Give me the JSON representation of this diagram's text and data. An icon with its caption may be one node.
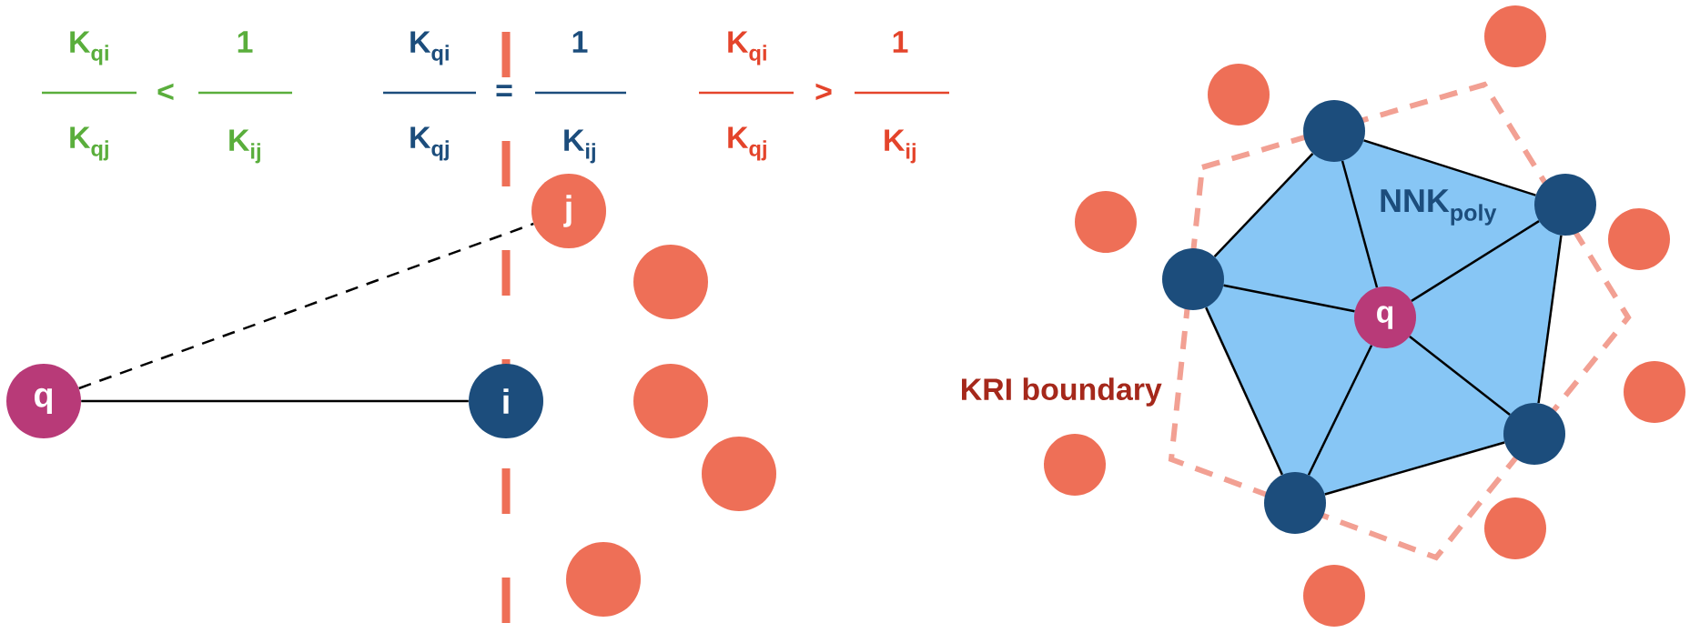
{
  "diagram": {
    "nodes": [
      {
        "text": [
          "q"
        ]
      },
      {
        "text": [
          "i"
        ]
      },
      {
        "text": [
          "j"
        ]
      },
      {
        "text": [],
        "shape": "circle"
      },
      {
        "text": [],
        "shape": "circle"
      },
      {
        "text": [],
        "shape": "circle"
      },
      {
        "text": [],
        "shape": "circle"
      },
      {
        "text": [
          "NNK$_{poly}$"
        ]
      },
      {
        "text": [],
        "shape": "circle"
      },
      {
        "text": [],
        "shape": "circle"
      },
      {
        "text": [],
        "shape": "circle"
      },
      {
        "text": [],
        "shape": "circle"
      },
      {
        "text": [],
        "shape": "circle"
      },
      {
        "text": [
          "q"
        ],
        "in": 7
      },
      {
        "text": [],
        "shape": "circle"
      },
      {
        "text": [],
        "shape": "circle"
      },
      {
        "text": [],
        "shape": "circle"
      },
      {
        "text": [],
        "shape": "circle"
      },
      {
        "text": [],
        "shape": "circle"
      },
      {
        "text": [],
        "shape": "circle"
      },
      {
        "text": [],
        "shape": "circle"
      },
      {
        "text": [],
        "shape": "circle"
      }
    ],
    "edges": [
      {
        "from": 0,
        "to": 1,
        "arrow": "none"
      },
      {
        "from": 0,
        "to": 2,
        "arrow": "none",
        "style": "dashed"
      },
      {
        "from": 13,
        "to": 8,
        "arrow": "none"
      },
      {
        "from": 13,
        "to": 9,
        "arrow": "none"
      },
      {
        "from": 13,
        "to": 10,
        "arrow": "none"
      },
      {
        "from": 13,
        "to": 11,
        "arrow": "none"
      },
      {
        "from": 13,
        "to": 12,
        "arrow": "none"
      },
      {
        "from": 8,
        "to": 9,
        "arrow": "none"
      },
      {
        "from": 9,
        "to": 11,
        "arrow": "none"
      },
      {
        "from": 11,
        "to": 12,
        "arrow": "none"
      },
      {
        "from": 12,
        "to": 10,
        "arrow": "none"
      },
      {
        "from": 10,
        "to": 8,
        "arrow": "none"
      }
    ],
    "labels": [
      "K$_{qi}$",
      "1",
      "<",
      "K$_{qj}$",
      "K$_{ij}$",
      "K$_{qi}$",
      "1",
      "=",
      "K$_{qj}$",
      "K$_{ij}$",
      "K$_{qi}$",
      "1",
      ">",
      "K$_{qj}$",
      "K$_{ij}$",
      "KRI boundary"
    ]
  }
}
